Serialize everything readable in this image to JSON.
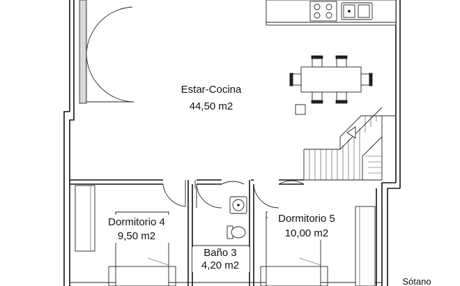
{
  "rooms": {
    "estar": {
      "name": "Estar-Cocina",
      "area": "44,50 m2"
    },
    "dorm4": {
      "name": "Dormitorio 4",
      "area": "9,50 m2"
    },
    "bano3": {
      "name": "Baño 3",
      "area": "4,20 m2"
    },
    "dorm5": {
      "name": "Dormitorio 5",
      "area": "10,00 m2"
    }
  },
  "sotano_label": "Sótano"
}
